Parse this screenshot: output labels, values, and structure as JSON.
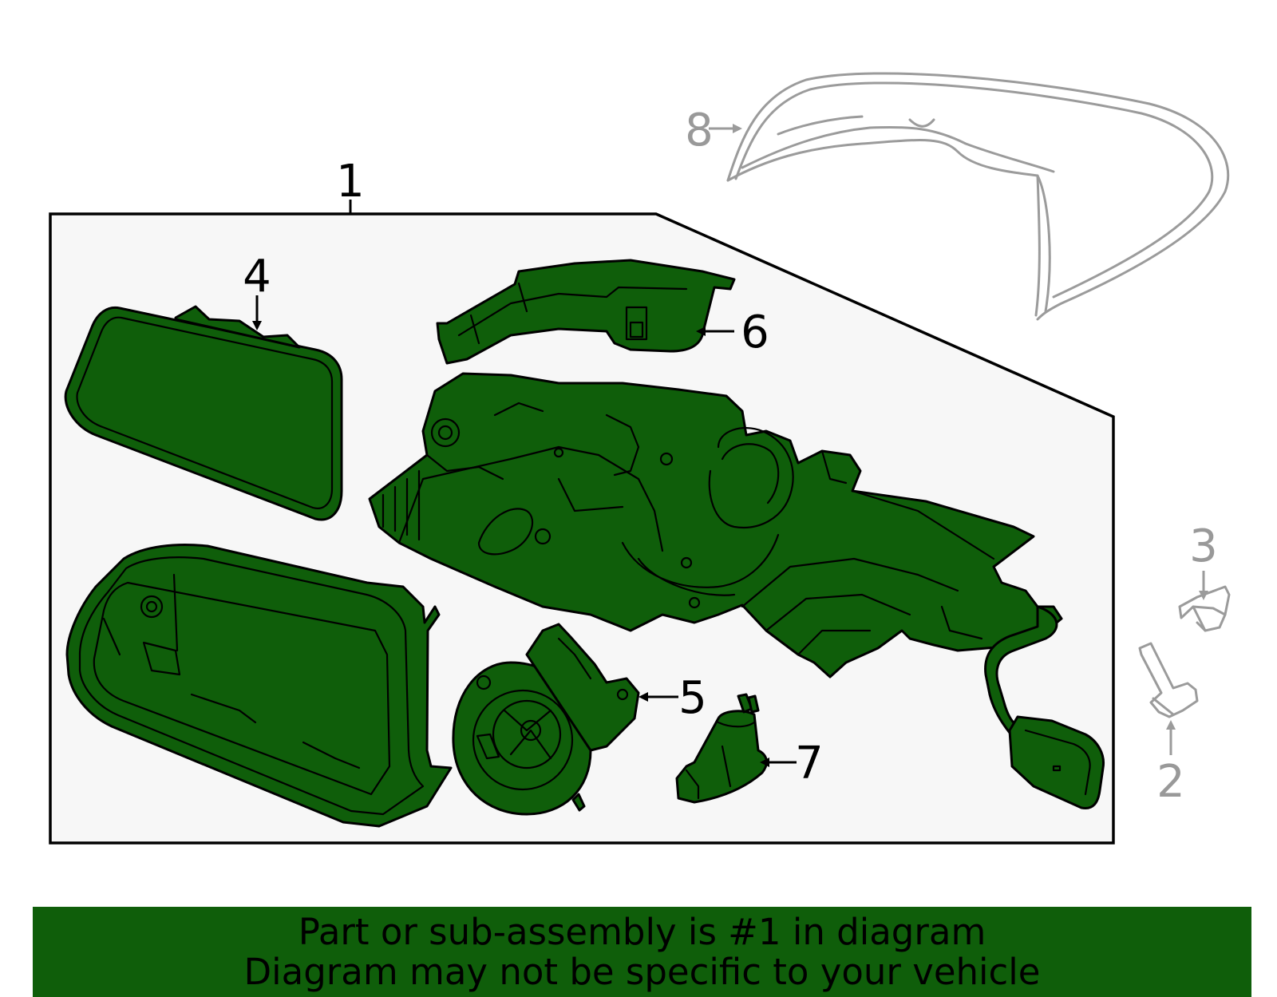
{
  "diagram": {
    "callouts": {
      "c1": "1",
      "c2": "2",
      "c3": "3",
      "c4": "4",
      "c5": "5",
      "c6": "6",
      "c7": "7",
      "c8": "8"
    },
    "highlighted_part": "1",
    "colors": {
      "part_fill": "#0f5e0a",
      "outline": "#000000",
      "ghost_outline": "#9b9b9b",
      "assembly_box_fill": "#f7f7f7",
      "banner_fill": "#0f5e0a"
    }
  },
  "banner": {
    "line1": "Part or sub-assembly is #1 in diagram",
    "line2": "Diagram may not be specific to your vehicle"
  }
}
